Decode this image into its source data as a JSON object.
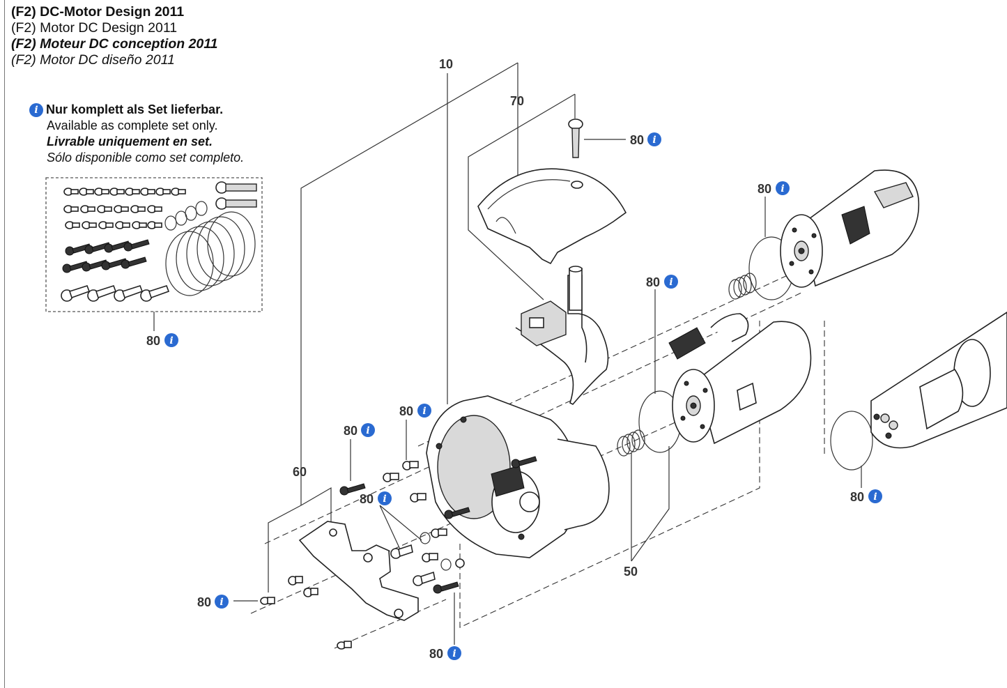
{
  "titles": {
    "de_prefix": "(F2)",
    "de": "DC-Motor Design 2011",
    "en": "(F2) Motor DC Design 2011",
    "fr": "(F2) Moteur DC conception 2011",
    "es": "(F2) Motor DC diseño 2011"
  },
  "set_note": {
    "de": "Nur komplett als Set lieferbar.",
    "en": "Available as complete set only.",
    "fr": "Livrable uniquement en set.",
    "es": "Sólo disponible como set completo."
  },
  "info_icon_glyph": "i",
  "info_color": "#2a6ad1",
  "callouts": {
    "c10": "10",
    "c70": "70",
    "c60": "60",
    "c50": "50",
    "c80": "80"
  }
}
